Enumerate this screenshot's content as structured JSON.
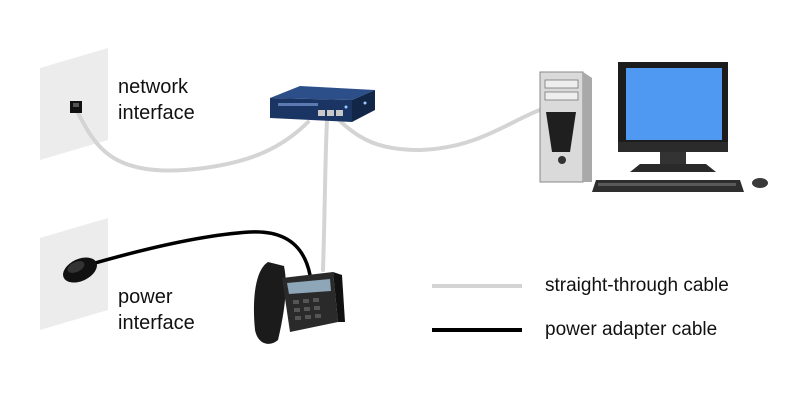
{
  "labels": {
    "network_interface": [
      "network",
      "interface"
    ],
    "power_interface": [
      "power",
      "interface"
    ]
  },
  "legend": {
    "straight_through": "straight-through cable",
    "power_adapter": "power adapter cable"
  },
  "colors": {
    "straight_through_cable": "#d4d4d4",
    "power_adapter_cable": "#000000",
    "wall_plate": "#ececec",
    "switch_body": "#1f3c6e",
    "monitor_screen": "#4f99f2",
    "computer_case": "#d9d9d9"
  },
  "icons": {
    "network_port": "network-port-icon",
    "power_socket": "power-socket-icon",
    "switch": "network-switch-icon",
    "phone": "ip-phone-icon",
    "computer": "desktop-computer-icon"
  }
}
